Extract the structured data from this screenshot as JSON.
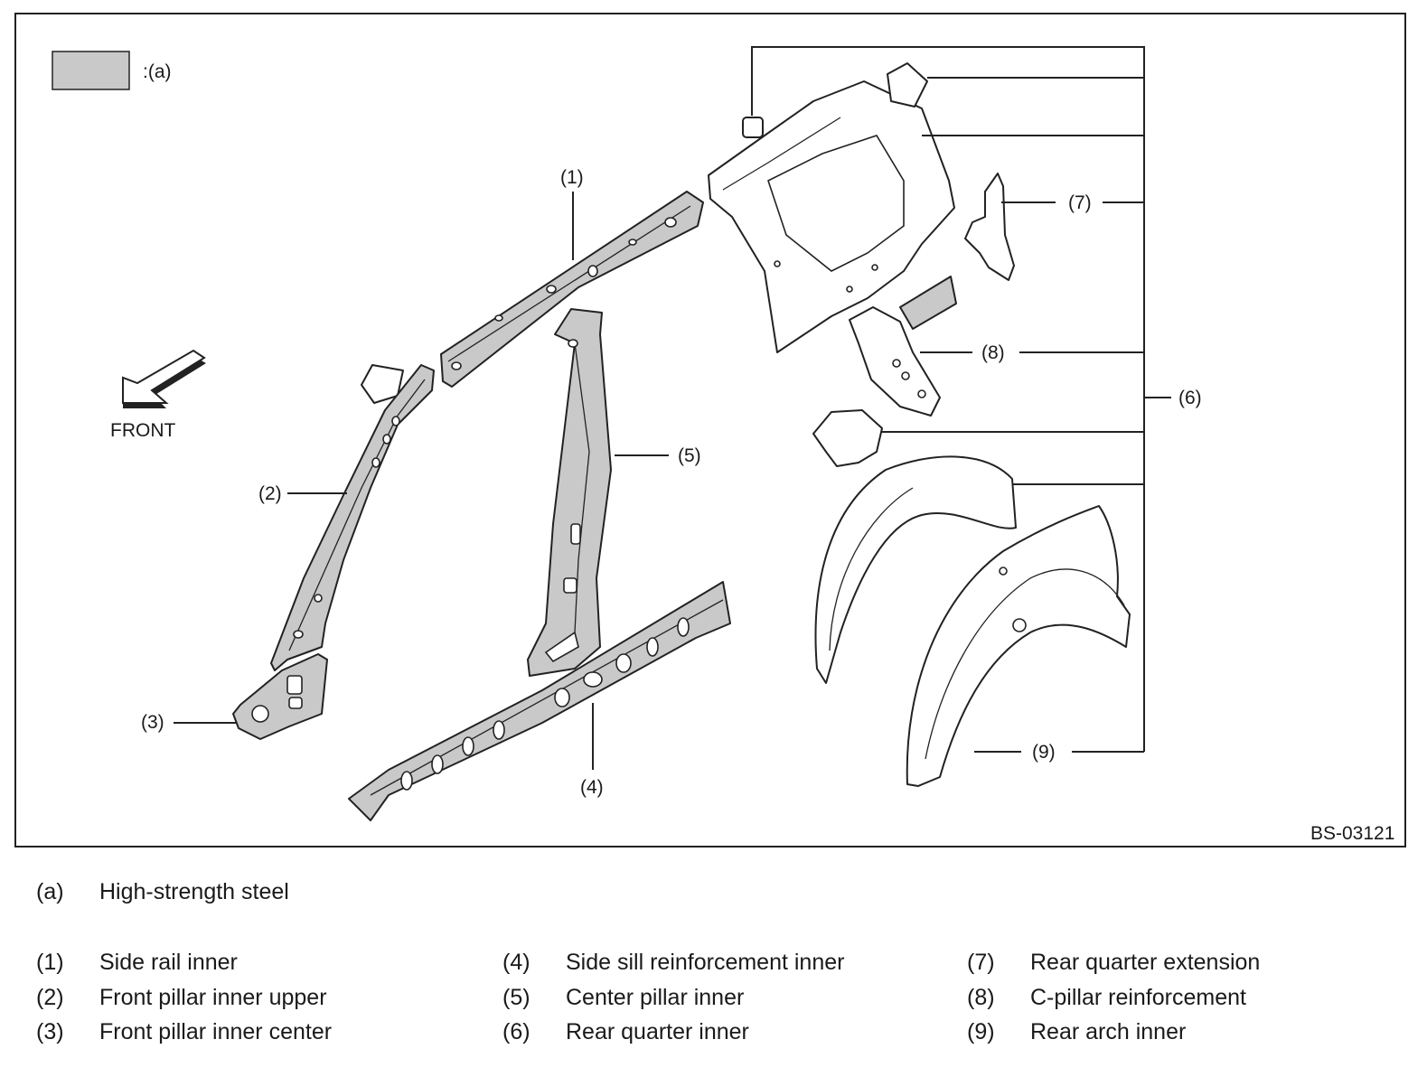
{
  "diagram": {
    "legend_swatch_label": ":(a)",
    "front_label": "FRONT",
    "ref_code": "BS-03121",
    "swatch_color": "#c9c9c9",
    "callouts": {
      "c1": "(1)",
      "c2": "(2)",
      "c3": "(3)",
      "c4": "(4)",
      "c5": "(5)",
      "c6": "(6)",
      "c7": "(7)",
      "c8": "(8)",
      "c9": "(9)"
    }
  },
  "legend": {
    "a": {
      "num": "(a)",
      "text": "High-strength steel"
    },
    "items": [
      {
        "num": "(1)",
        "text": "Side rail inner"
      },
      {
        "num": "(2)",
        "text": "Front pillar inner upper"
      },
      {
        "num": "(3)",
        "text": "Front pillar inner center"
      },
      {
        "num": "(4)",
        "text": "Side sill reinforcement inner"
      },
      {
        "num": "(5)",
        "text": "Center pillar inner"
      },
      {
        "num": "(6)",
        "text": "Rear quarter inner"
      },
      {
        "num": "(7)",
        "text": "Rear quarter extension"
      },
      {
        "num": "(8)",
        "text": "C-pillar reinforcement"
      },
      {
        "num": "(9)",
        "text": "Rear arch inner"
      }
    ]
  }
}
